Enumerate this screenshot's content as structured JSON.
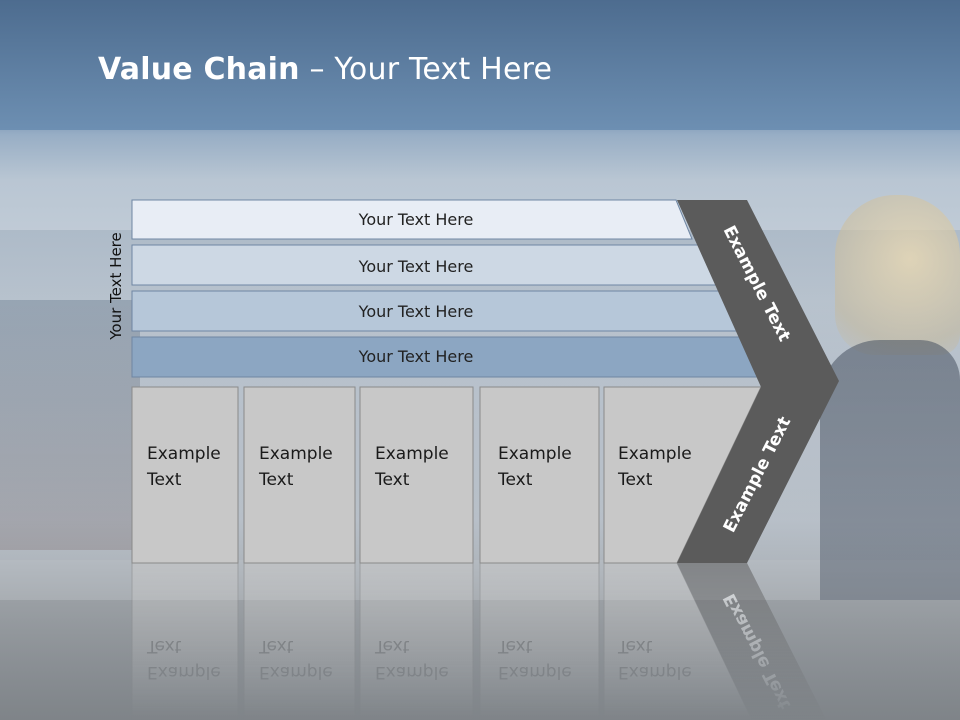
{
  "slide": {
    "title_bold": "Value Chain",
    "title_rest": " – Your Text Here",
    "side_label": "Your Text Here"
  },
  "bars": [
    {
      "label": "Your Text Here",
      "color": "#e8edf5"
    },
    {
      "label": "Your Text Here",
      "color": "#cdd8e4"
    },
    {
      "label": "Your Text Here",
      "color": "#b6c7d9"
    },
    {
      "label": "Your Text Here",
      "color": "#8ca6c2"
    }
  ],
  "boxes": [
    {
      "line1": "Example",
      "line2": "Text"
    },
    {
      "line1": "Example",
      "line2": "Text"
    },
    {
      "line1": "Example",
      "line2": "Text"
    },
    {
      "line1": "Example",
      "line2": "Text"
    },
    {
      "line1": "Example",
      "line2": "Text"
    }
  ],
  "chevron": {
    "upper_label": "Example Text",
    "lower_label": "Example Text",
    "color": "#5b5b5b"
  },
  "colors": {
    "box_fill": "#c8c8c8",
    "title": "#ffffff"
  }
}
